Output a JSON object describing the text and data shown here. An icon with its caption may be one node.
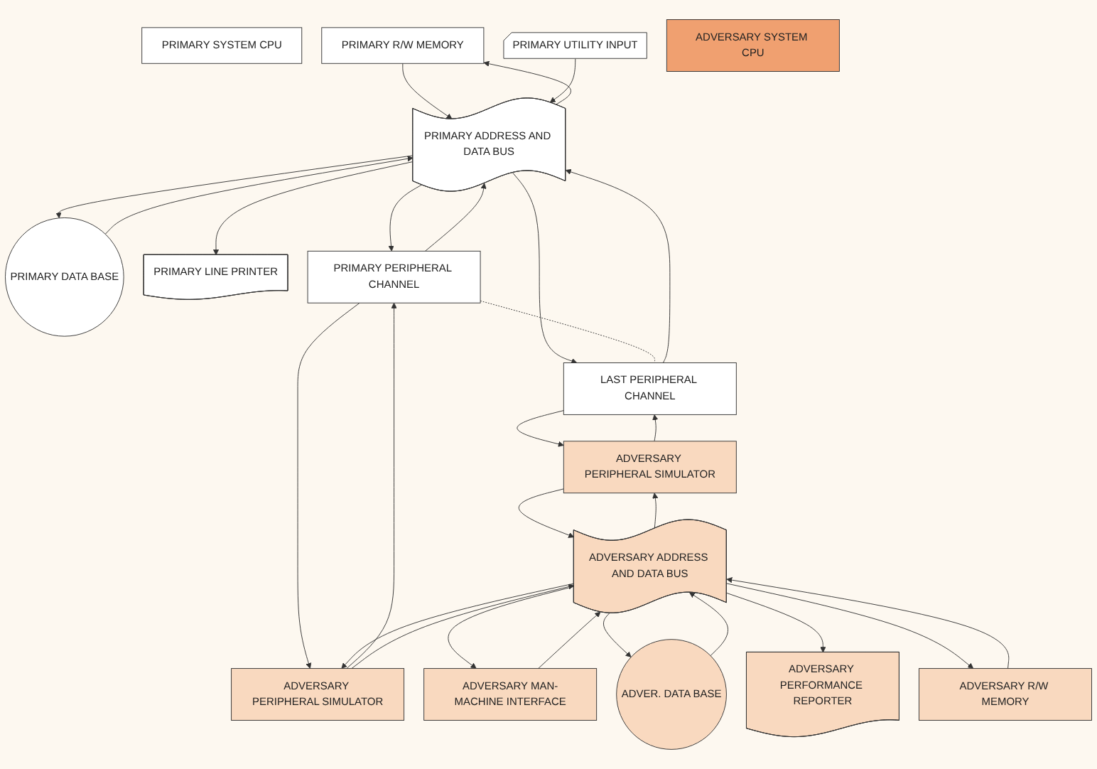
{
  "diagram": {
    "nodes": [
      {
        "text": [
          "PRIMARY SYSTEM CPU"
        ]
      },
      {
        "text": [
          "PRIMARY R/W MEMORY"
        ]
      },
      {
        "text": [
          "PRIMARY DATA BASE"
        ]
      },
      {
        "text": [
          "PRIMARY LINE PRINTER"
        ]
      },
      {
        "text": [
          "PRIMARY UTILITY INPUT"
        ]
      },
      {
        "text": [
          "PRIMARY ADDRESS AND DATA BUS"
        ]
      },
      {
        "text": [
          "PRIMARY PERIPHERAL CHANNEL"
        ]
      },
      {
        "text": [
          "LAST PERIPHERAL CHANNEL"
        ]
      },
      {
        "text": [
          "ADVERSARY PERIPHERAL SIMULATOR"
        ]
      },
      {
        "text": [
          "ADVERSARY PERIPHERAL SIMULATOR"
        ]
      },
      {
        "text": [
          "ADVERSARY ADDRESS AND DATA BUS"
        ]
      },
      {
        "text": [
          "ADVERSARY SYSTEM CPU"
        ]
      },
      {
        "text": [
          "ADVERSARY MAN-MACHINE INTERFACE"
        ]
      },
      {
        "text": [
          "ADVER. DATA BASE"
        ]
      },
      {
        "text": [
          "ADVERSARY PERFORMANCE REPORTER"
        ]
      },
      {
        "text": [
          "ADVERSARY R/W MEMORY"
        ]
      }
    ],
    "edges": [
      {
        "from": 5,
        "to": 1,
        "arrow": "to"
      },
      {
        "from": 1,
        "to": 5,
        "arrow": "to"
      },
      {
        "from": 5,
        "to": 2,
        "arrow": "to"
      },
      {
        "from": 2,
        "to": 5,
        "arrow": "to"
      },
      {
        "from": 5,
        "to": 3,
        "arrow": "to"
      },
      {
        "from": 4,
        "to": 5,
        "arrow": "to"
      },
      {
        "from": 6,
        "to": 5,
        "arrow": "to"
      },
      {
        "from": 5,
        "to": 6,
        "arrow": "to"
      },
      {
        "from": 7,
        "to": 5,
        "arrow": "to"
      },
      {
        "from": 5,
        "to": 7,
        "arrow": "to"
      },
      {
        "from": 6,
        "to": 7,
        "arrow": "none",
        "style": "dashed"
      },
      {
        "from": 8,
        "to": 6,
        "arrow": "to"
      },
      {
        "from": 6,
        "to": 8,
        "arrow": "to"
      },
      {
        "from": 9,
        "to": 7,
        "arrow": "to"
      },
      {
        "from": 7,
        "to": 9,
        "arrow": "to"
      },
      {
        "from": 10,
        "to": 8,
        "arrow": "to"
      },
      {
        "from": 8,
        "to": 10,
        "arrow": "to"
      },
      {
        "from": 10,
        "to": 9,
        "arrow": "to"
      },
      {
        "from": 9,
        "to": 10,
        "arrow": "to"
      },
      {
        "from": 12,
        "to": 10,
        "arrow": "to"
      },
      {
        "from": 10,
        "to": 12,
        "arrow": "to"
      },
      {
        "from": 13,
        "to": 10,
        "arrow": "to"
      },
      {
        "from": 10,
        "to": 13,
        "arrow": "to"
      },
      {
        "from": 10,
        "to": 14,
        "arrow": "to"
      },
      {
        "from": 15,
        "to": 10,
        "arrow": "to"
      },
      {
        "from": 10,
        "to": 15,
        "arrow": "to"
      }
    ]
  }
}
